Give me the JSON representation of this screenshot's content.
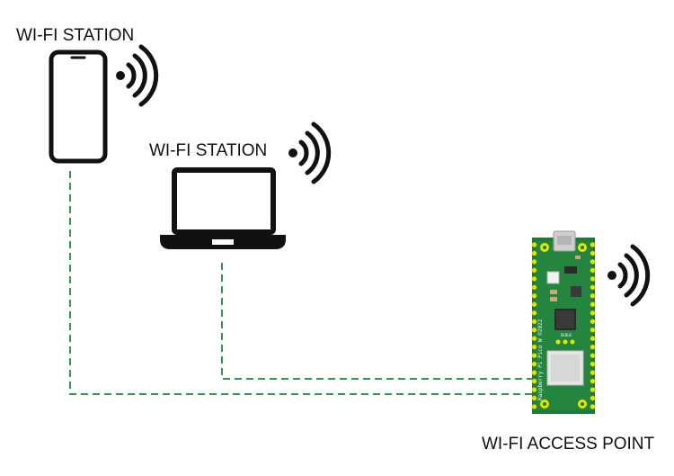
{
  "labels": {
    "phone_station": "WI-FI STATION",
    "laptop_station": "WI-FI STATION",
    "access_point": "WI-FI ACCESS POINT"
  },
  "board": {
    "silkscreen": "Raspberry Pi Pico W ©2022",
    "debug_label": "DEBUG",
    "pins_per_side": 20
  },
  "icons": {
    "phone": "smartphone-icon",
    "laptop": "laptop-icon",
    "signal": "wifi-signal-icon",
    "board": "raspberry-pi-pico-w-board"
  },
  "colors": {
    "link": "#2f9a4a",
    "board": "#1f7a3a",
    "outline": "#111111",
    "pad": "#e3e600"
  }
}
